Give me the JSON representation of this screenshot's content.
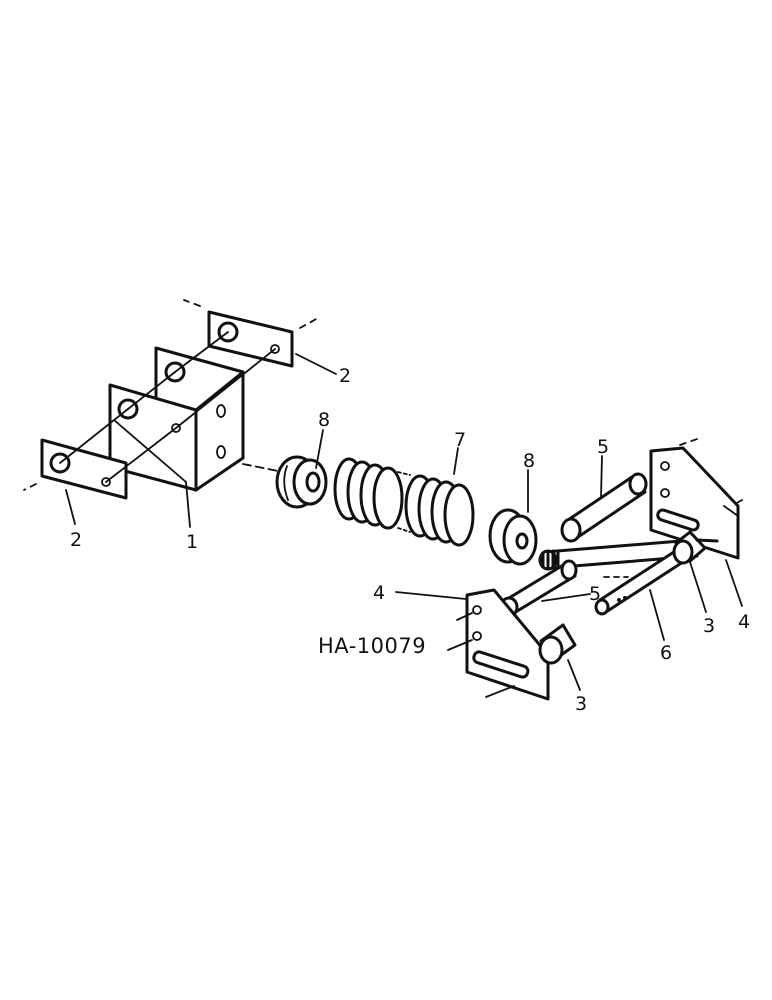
{
  "figure_id": "HA-10079",
  "callouts": {
    "plate_left": "2",
    "plate_top": "2",
    "bracket": "1",
    "retainer_left": "8",
    "spring": "7",
    "retainer_right": "8",
    "spacer_upper": "5",
    "spacer_lower": "5",
    "plate_front": "4",
    "plate_back": "4",
    "bushing_back": "3",
    "bushing_front": "3",
    "rod": "6"
  }
}
